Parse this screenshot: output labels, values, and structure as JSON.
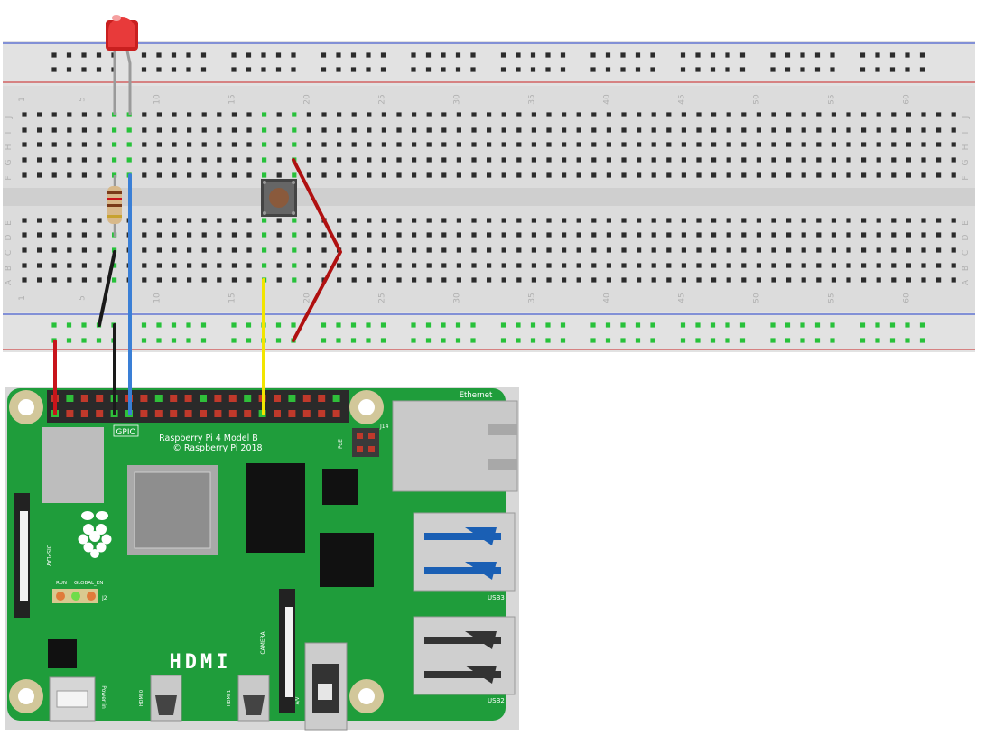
{
  "breadboard": {
    "column_numbers": [
      "1",
      "5",
      "10",
      "15",
      "20",
      "25",
      "30",
      "35",
      "40",
      "45",
      "50",
      "55",
      "60"
    ],
    "row_letters_top": [
      "J",
      "I",
      "H",
      "G",
      "F"
    ],
    "row_letters_bottom": [
      "E",
      "D",
      "C",
      "B",
      "A"
    ]
  },
  "components": {
    "led": "LED",
    "resistor": "resistor",
    "button": "push-button"
  },
  "pi": {
    "model_line": "Raspberry Pi 4 Model B",
    "copyright_line": "© Raspberry Pi 2018",
    "gpio_label": "GPIO",
    "ethernet_label": "Ethernet",
    "j14_label": "J14",
    "poe_label": "PoE",
    "display_label": "DISPLAY",
    "run_label": "RUN",
    "global_en_label": "GLOBAL_EN",
    "j2_label": "J2",
    "hdmi_label": "HDMI",
    "camera_label": "CAMERA",
    "hdmi0_label": "HDMI 0",
    "hdmi1_label": "HDMI 1",
    "power_label": "Power in",
    "av_label": "A/V",
    "usb3_label": "USB3",
    "usb2_label": "USB2"
  },
  "colors": {
    "board_green": "#1f9d3b",
    "wire_red": "#c8141b",
    "wire_black": "#1a1a1a",
    "wire_blue": "#3a7fd6",
    "wire_yellow": "#f2e500",
    "led_red": "#e83a3a",
    "rail_red": "#d04a4a",
    "rail_blue": "#4a5fd0",
    "hole_green": "#27c13a"
  }
}
